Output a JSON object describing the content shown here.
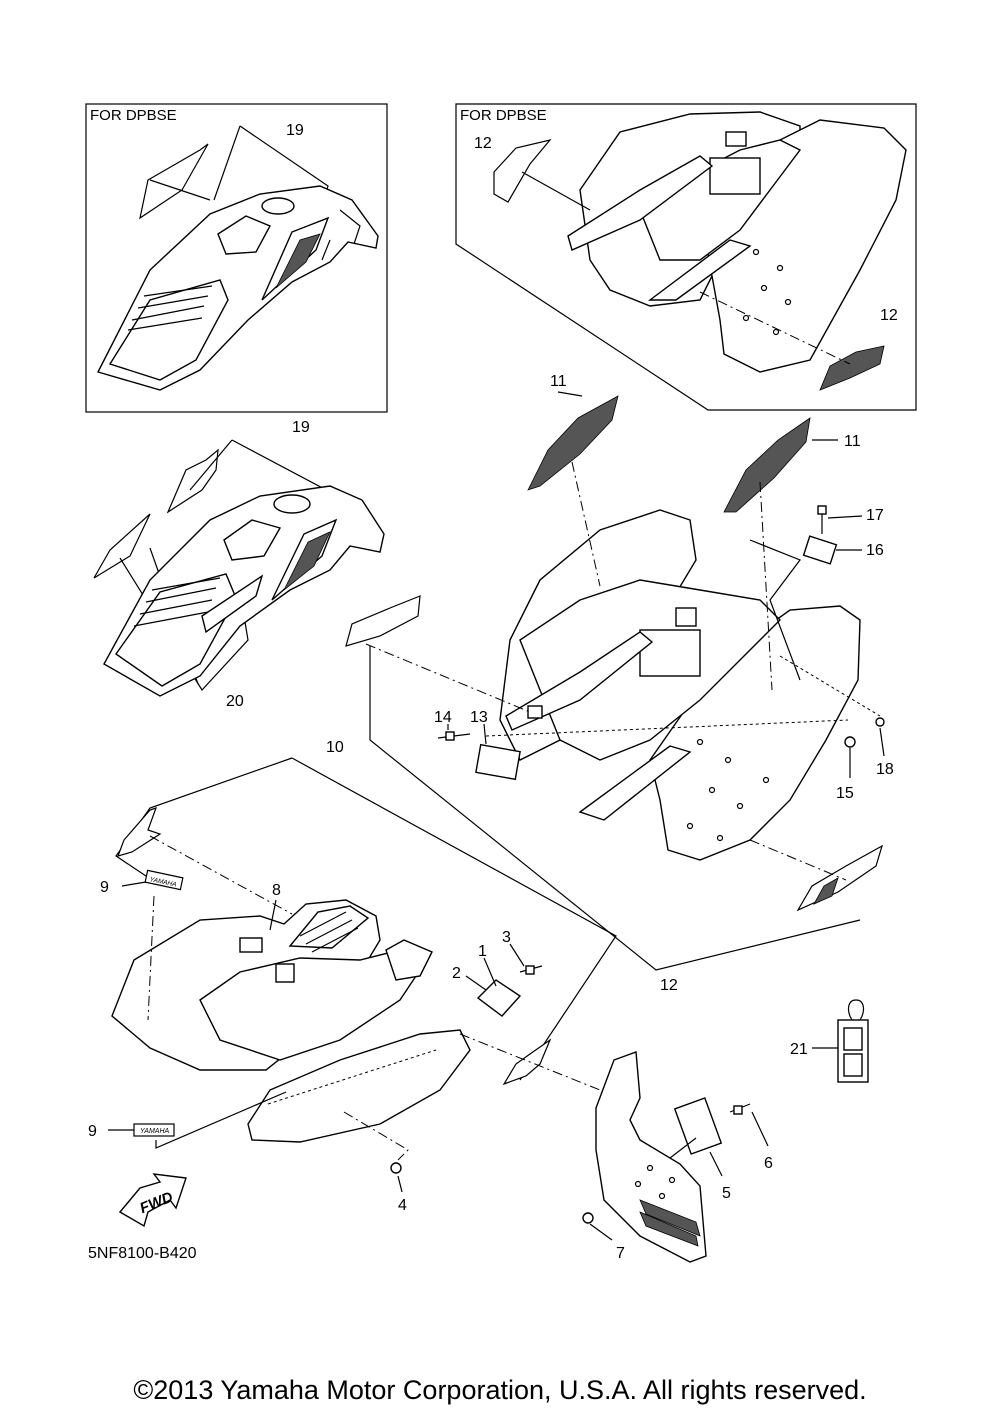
{
  "boxes": {
    "left_title": "FOR DPBSE",
    "right_title": "FOR DPBSE"
  },
  "callouts": {
    "c1": "1",
    "c2": "2",
    "c3": "3",
    "c4": "4",
    "c5": "5",
    "c6": "6",
    "c7": "7",
    "c8": "8",
    "c9a": "9",
    "c9b": "9",
    "c10": "10",
    "c11a": "11",
    "c11b": "11",
    "c12a": "12",
    "c12b": "12",
    "c12c": "12",
    "c13": "13",
    "c14": "14",
    "c15": "15",
    "c16": "16",
    "c17": "17",
    "c18": "18",
    "c19a": "19",
    "c19b": "19",
    "c20": "20",
    "c21": "21"
  },
  "decals": {
    "yamaha_upper": "YAMAHA",
    "yamaha_lower": "YAMAHA",
    "fwd": "FWD"
  },
  "diagram_code": "5NF8100-B420",
  "copyright": "©2013 Yamaha Motor Corporation, U.S.A. All rights reserved."
}
